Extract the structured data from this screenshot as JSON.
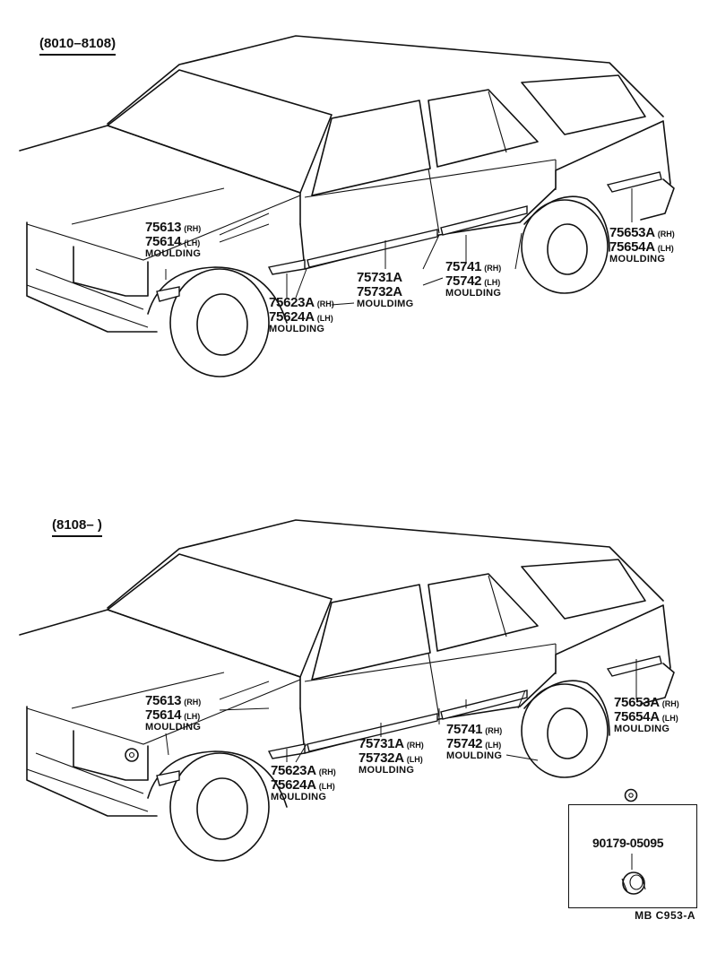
{
  "diagrams": [
    {
      "period": "(8010–8108)",
      "callouts": [
        {
          "lines": [
            {
              "pn": "75613",
              "side": "(RH)"
            },
            {
              "pn": "75614",
              "side": "(LH)"
            }
          ],
          "name": "MOULDING"
        },
        {
          "lines": [
            {
              "pn": "75623A",
              "side": "(RH)"
            },
            {
              "pn": "75624A",
              "side": "(LH)"
            }
          ],
          "name": "MOULDING"
        },
        {
          "lines": [
            {
              "pn": "75731A",
              "side": ""
            },
            {
              "pn": "75732A",
              "side": ""
            }
          ],
          "name": "MOULDIMG"
        },
        {
          "lines": [
            {
              "pn": "75741",
              "side": "(RH)"
            },
            {
              "pn": "75742",
              "side": "(LH)"
            }
          ],
          "name": "MOULDING"
        },
        {
          "lines": [
            {
              "pn": "75653A",
              "side": "(RH)"
            },
            {
              "pn": "75654A",
              "side": "(LH)"
            }
          ],
          "name": "MOULDING"
        }
      ]
    },
    {
      "period": "(8108–       )",
      "callouts": [
        {
          "lines": [
            {
              "pn": "75613",
              "side": "(RH)"
            },
            {
              "pn": "75614",
              "side": "(LH)"
            }
          ],
          "name": "MOULDING"
        },
        {
          "lines": [
            {
              "pn": "75623A",
              "side": "(RH)"
            },
            {
              "pn": "75624A",
              "side": "(LH)"
            }
          ],
          "name": "MOULDING"
        },
        {
          "lines": [
            {
              "pn": "75731A",
              "side": "(RH)"
            },
            {
              "pn": "75732A",
              "side": "(LH)"
            }
          ],
          "name": "MOULDING"
        },
        {
          "lines": [
            {
              "pn": "75741",
              "side": "(RH)"
            },
            {
              "pn": "75742",
              "side": "(LH)"
            }
          ],
          "name": "MOULDING"
        },
        {
          "lines": [
            {
              "pn": "75653A",
              "side": "(RH)"
            },
            {
              "pn": "75654A",
              "side": "(LH)"
            }
          ],
          "name": "MOULDING"
        }
      ]
    }
  ],
  "detail": {
    "part_number": "90179-05095"
  },
  "ref_code": "MB  C953-A"
}
